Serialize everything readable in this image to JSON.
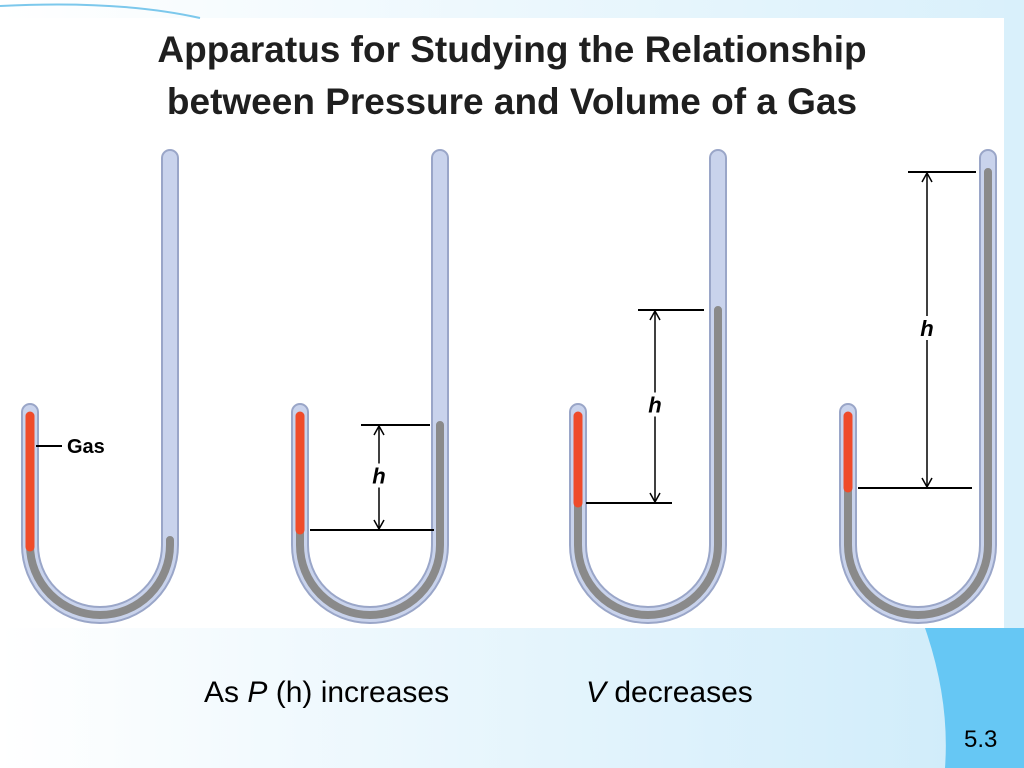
{
  "title": {
    "line1": "Apparatus for Studying the Relationship",
    "line2": "between Pressure and Volume of a Gas"
  },
  "labels": {
    "gas": "Gas",
    "h": "h"
  },
  "caption": {
    "left_prefix": "As ",
    "left_var": "P",
    "left_suffix": " (h) increases",
    "right_var": "V",
    "right_suffix": " decreases"
  },
  "slide_number": "5.3",
  "colors": {
    "gas": "#ef4b2a",
    "mercury": "#8a8a8a",
    "tube": "#c9d3ec",
    "tube_outline": "#9aa6c8",
    "accent": "#66c7f4"
  }
}
